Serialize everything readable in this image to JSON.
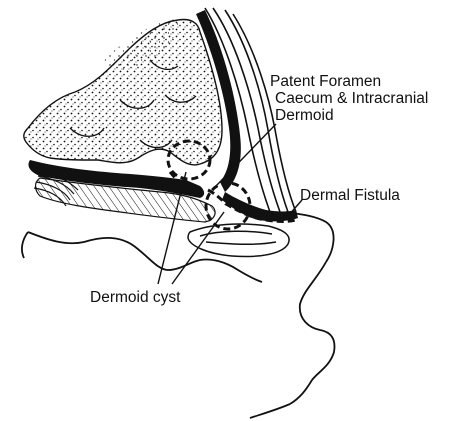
{
  "labels": {
    "foramen_line1": "Patent Foramen",
    "foramen_line2": "Caecum & Intracranial",
    "foramen_line3": "Dermoid",
    "dermal_fistula": "Dermal Fistula",
    "dermoid_cyst": "Dermoid cyst"
  },
  "colors": {
    "ink": "#111111",
    "background": "#ffffff"
  }
}
